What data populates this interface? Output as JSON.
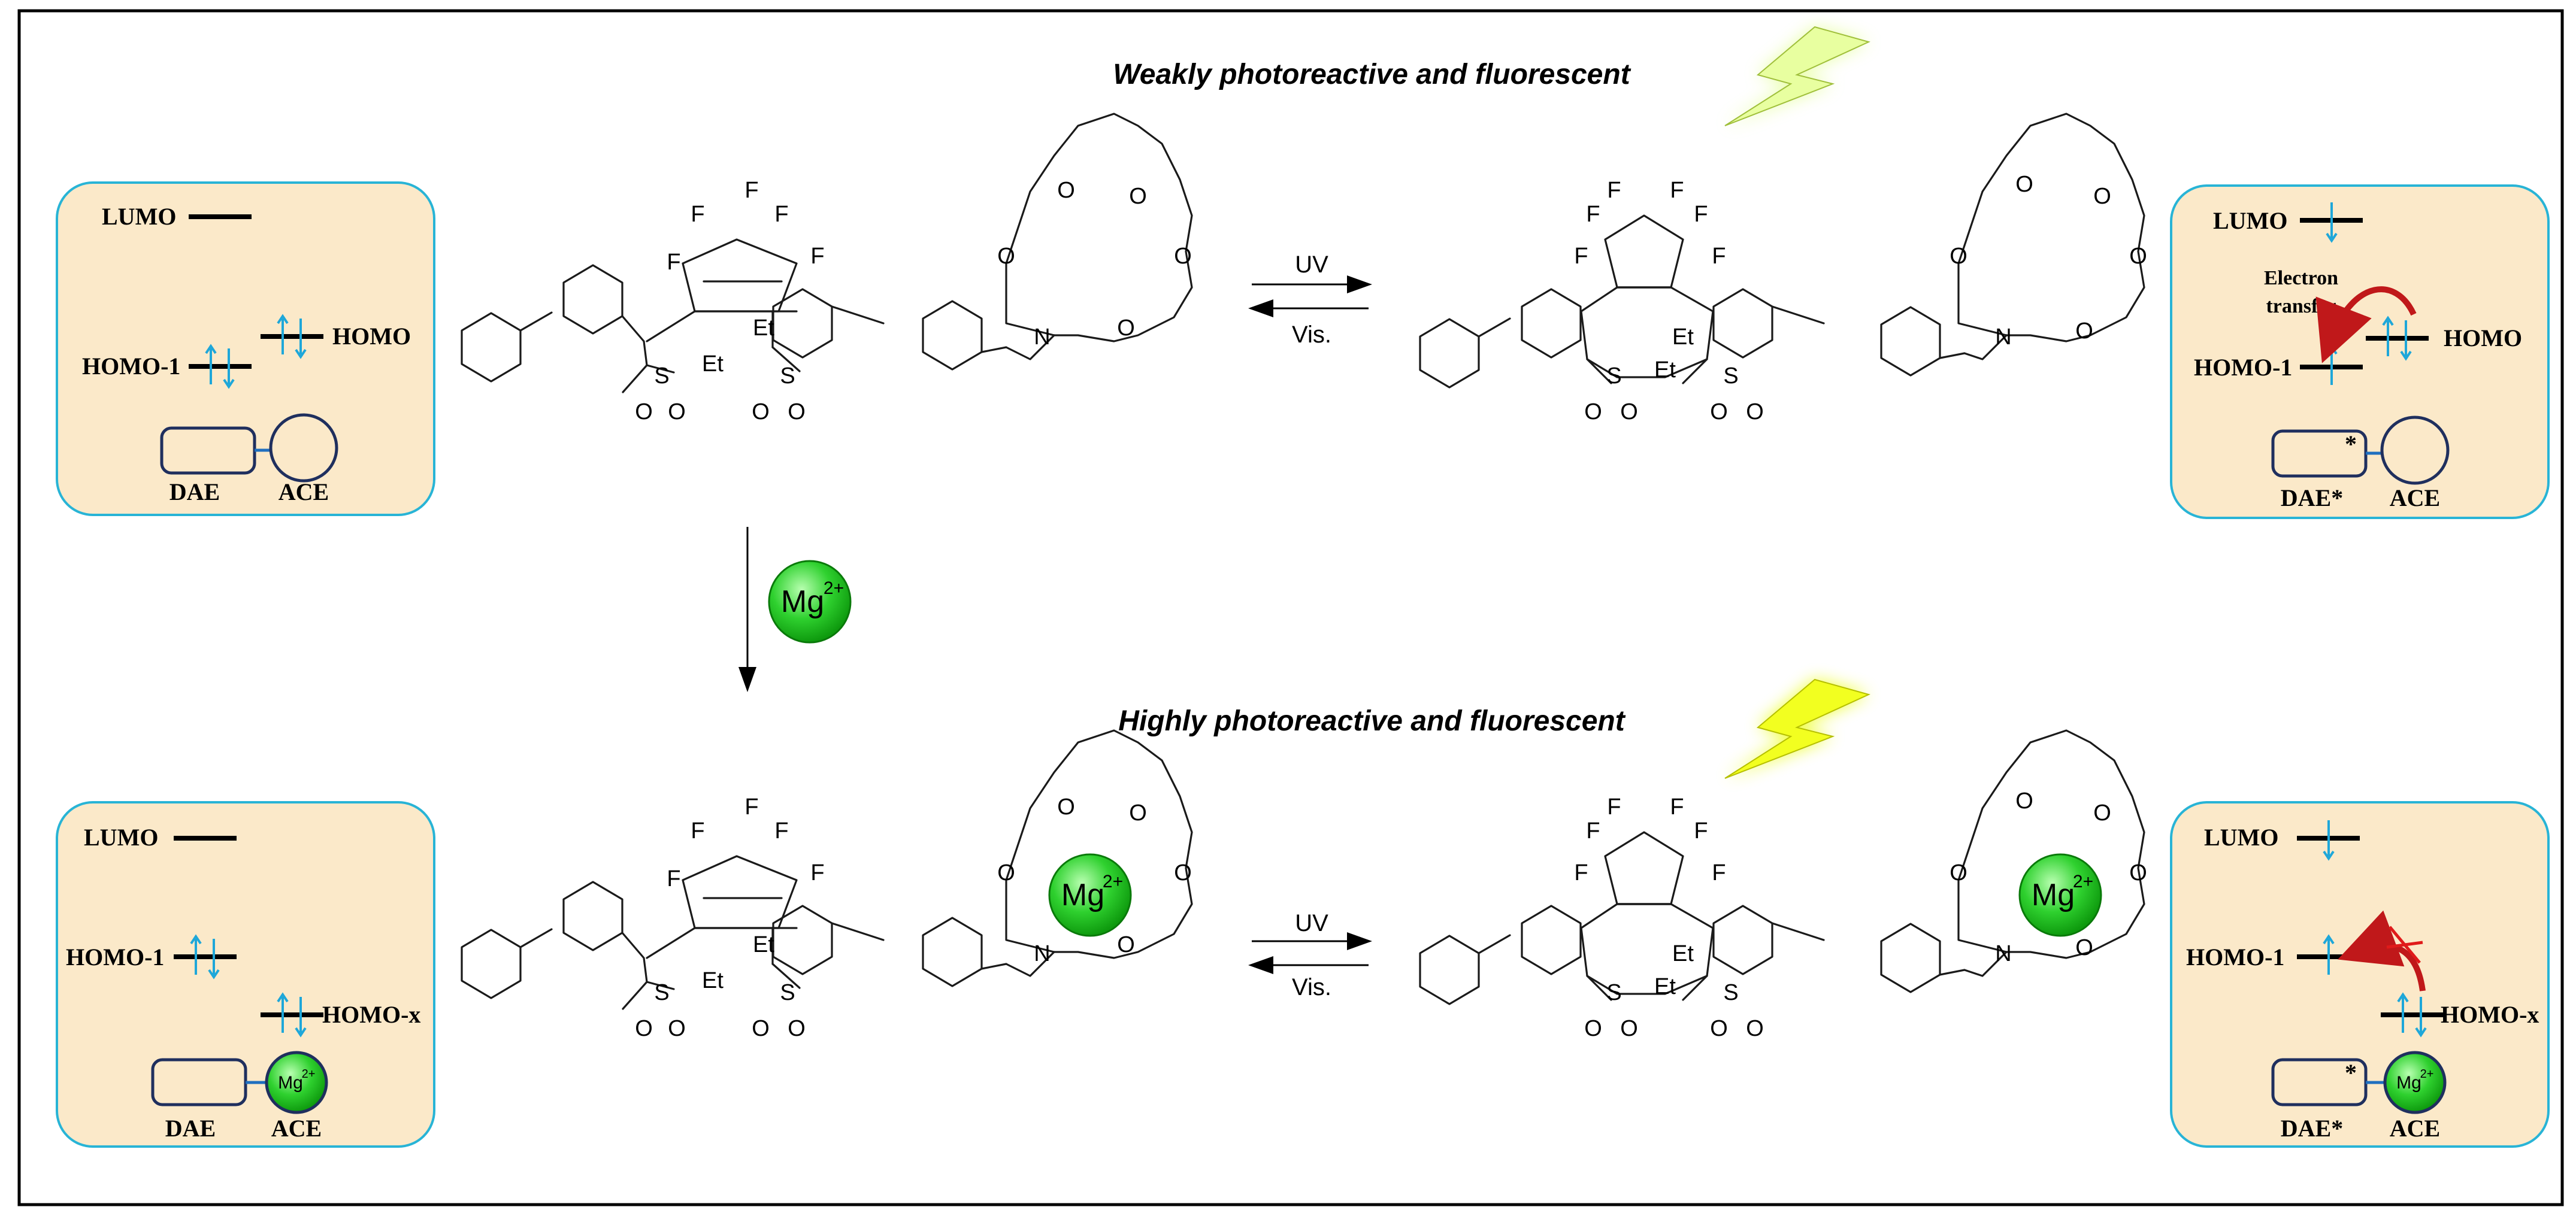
{
  "titles": {
    "top": "Weakly photoreactive and fluorescent",
    "bottom": "Highly photoreactive and fluorescent"
  },
  "reaction": {
    "forward": "UV",
    "reverse": "Vis.",
    "ion": "Mg",
    "ion_charge": "2+"
  },
  "atoms": {
    "F": "F",
    "O": "O",
    "N": "N",
    "S": "S",
    "Et": "Et"
  },
  "panels": {
    "lumo": "LUMO",
    "homo": "HOMO",
    "homo1": "HOMO-1",
    "homox": "HOMO-x",
    "dae": "DAE",
    "dae_star": "DAE*",
    "ace": "ACE",
    "star": "*",
    "electron_transfer": [
      "Electron",
      "transfer"
    ]
  },
  "colors": {
    "panel_fill": "#fbe9c9",
    "panel_border": "#28b4d6",
    "spin": "#1ea7d9",
    "mg_green": "#22c722",
    "arrow_red": "#c0181a",
    "bolt_yellow": "#e9ff3a"
  }
}
